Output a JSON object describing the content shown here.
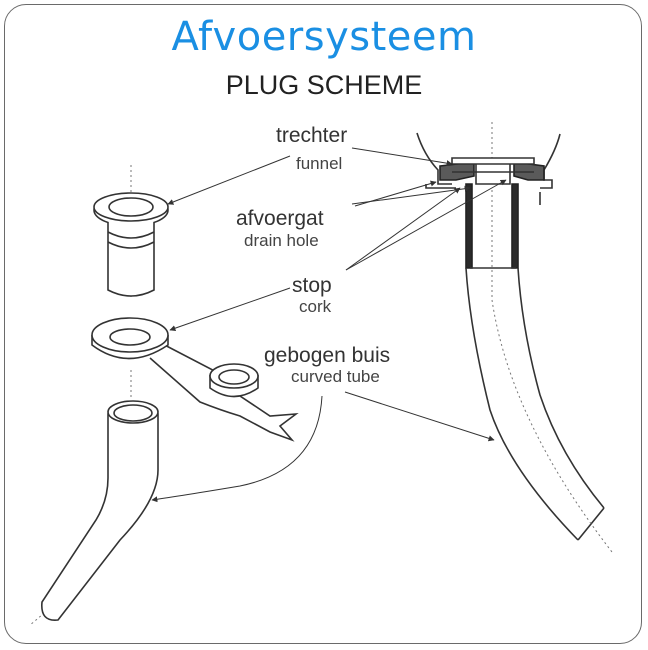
{
  "header": {
    "title": "Afvoersysteem",
    "subtitle": "PLUG SCHEME"
  },
  "parts": [
    {
      "id": "funnel",
      "name_nl": "trechter",
      "name_en": "funnel"
    },
    {
      "id": "drain-hole",
      "name_nl": "afvoergat",
      "name_en": "drain hole"
    },
    {
      "id": "cork",
      "name_nl": "stop",
      "name_en": "cork"
    },
    {
      "id": "curved-tube",
      "name_nl": "gebogen buis",
      "name_en": "curved tube"
    }
  ],
  "colors": {
    "title": "#1a8fe3",
    "line": "#333333",
    "gasket": "#5a5a5a"
  }
}
